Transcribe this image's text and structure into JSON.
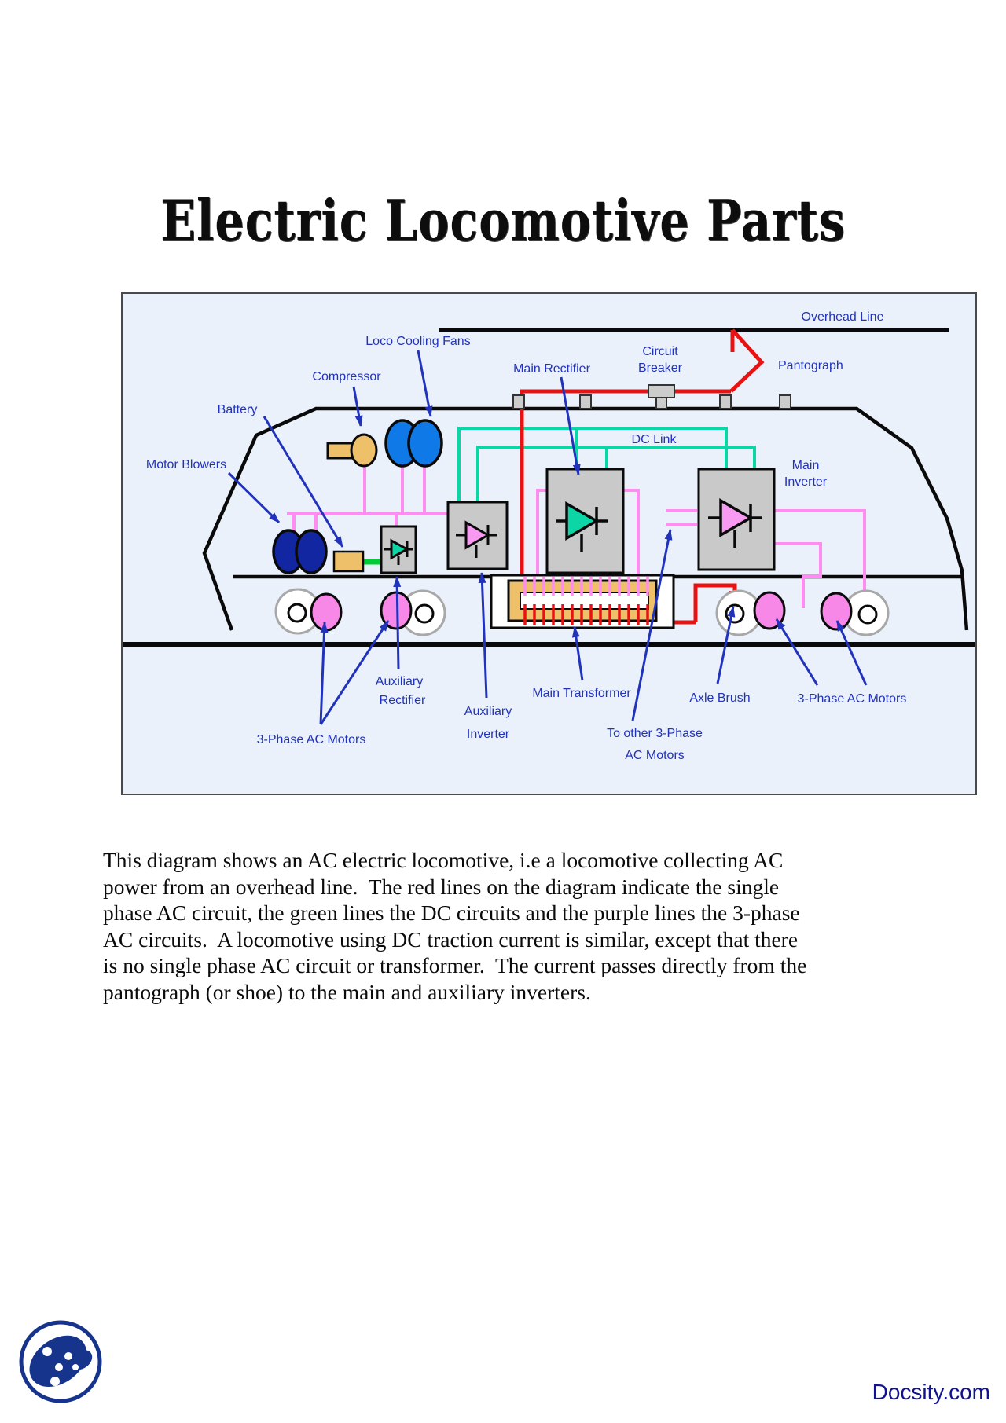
{
  "page": {
    "title": "Electric Locomotive Parts",
    "watermark": "Docsity.com"
  },
  "diagram": {
    "labels": {
      "overhead_line": "Overhead Line",
      "pantograph": "Pantograph",
      "circuit_breaker": {
        "line1": "Circuit",
        "line2": "Breaker"
      },
      "main_rectifier": "Main Rectifier",
      "loco_cooling_fans": "Loco Cooling Fans",
      "compressor": "Compressor",
      "battery": "Battery",
      "motor_blowers": "Motor Blowers",
      "dc_link": "DC Link",
      "main_inverter": {
        "line1": "Main",
        "line2": "Inverter"
      },
      "auxiliary_rectifier": {
        "line1": "Auxiliary",
        "line2": "Rectifier"
      },
      "auxiliary_inverter": {
        "line1": "Auxiliary",
        "line2": "Inverter"
      },
      "main_transformer": "Main Transformer",
      "to_other_motors": {
        "line1": "To other 3-Phase",
        "line2": "AC Motors"
      },
      "axle_brush": "Axle Brush",
      "three_phase_ac_motors_left": "3-Phase AC Motors",
      "three_phase_ac_motors_right": "3-Phase AC Motors"
    },
    "colors": {
      "diagram_background": "#eaf1fb",
      "label_text_blue": "#2233bb",
      "single_phase_ac_red": "#e91212",
      "dc_link_teal": "#0cd6a6",
      "battery_dc_green": "#00cc33",
      "three_phase_pink": "#ff8cf0",
      "component_gray": "#c9c9c9",
      "tan_component": "#eec06a",
      "cooling_fan_blue": "#1079e8",
      "motor_blower_dark_blue": "#1126a0",
      "traction_motor_pink": "#f788e8"
    }
  },
  "paragraph": {
    "text": "This diagram shows an AC electric locomotive, i.e a locomotive collecting AC power from an overhead line.  The red lines on the diagram indicate the single phase AC circuit, the green lines the DC circuits and the purple lines the 3-phase AC circuits.  A locomotive using DC traction current is similar, except that there is no single phase AC circuit or transformer.  The current passes directly from the pantograph (or shoe) to the main and auxiliary inverters."
  }
}
